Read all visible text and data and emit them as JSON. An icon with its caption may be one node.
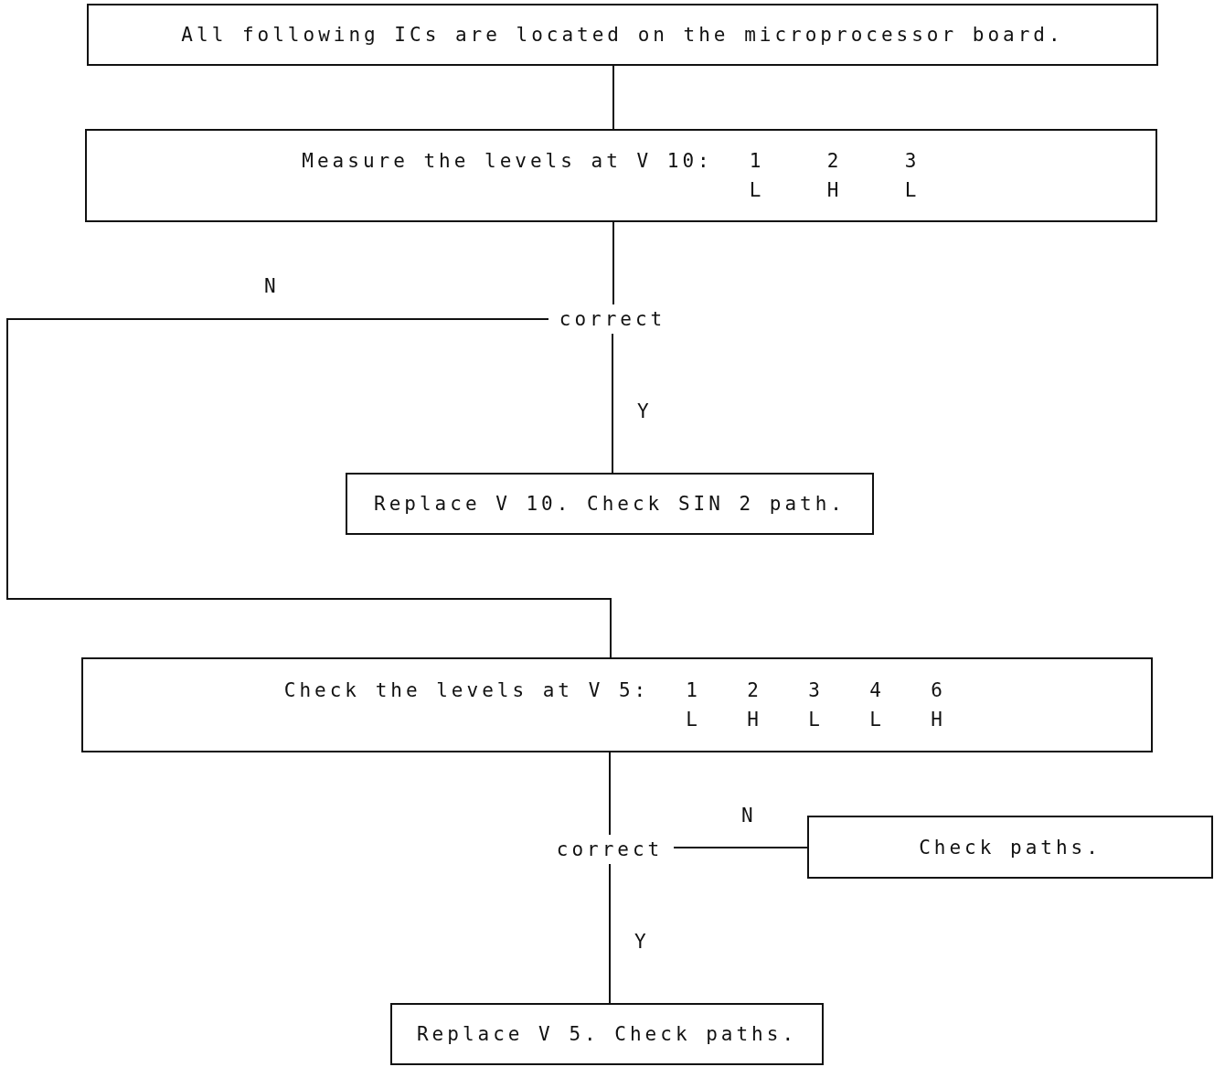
{
  "diagram": {
    "nodes": [
      {
        "text": [
          "All following ICs are located on the microprocessor board."
        ]
      },
      {
        "text": [
          "Measure the levels at V 10:",
          "1",
          "2",
          "3",
          "L",
          "H",
          "L"
        ]
      },
      {
        "text": [
          "correct"
        ]
      },
      {
        "text": [
          "Replace V 10. Check SIN 2 path."
        ]
      },
      {
        "text": [
          "Check the levels at V 5:",
          "1",
          "2",
          "3",
          "4",
          "6",
          "L",
          "H",
          "L",
          "L",
          "H"
        ]
      },
      {
        "text": [
          "correct"
        ]
      },
      {
        "text": [
          "Check paths."
        ]
      },
      {
        "text": [
          "Replace V 5. Check paths."
        ]
      }
    ],
    "edges": [
      {
        "from": 0,
        "to": 1,
        "arrow": "none"
      },
      {
        "from": 1,
        "to": 2,
        "arrow": "none"
      },
      {
        "from": 2,
        "to": 3,
        "arrow": "none",
        "label": "Y"
      },
      {
        "from": 2,
        "to": 4,
        "arrow": "none",
        "label": "N"
      },
      {
        "from": 4,
        "to": 5,
        "arrow": "none"
      },
      {
        "from": 5,
        "to": 6,
        "arrow": "none",
        "label": "N"
      },
      {
        "from": 5,
        "to": 7,
        "arrow": "none",
        "label": "Y"
      }
    ]
  }
}
